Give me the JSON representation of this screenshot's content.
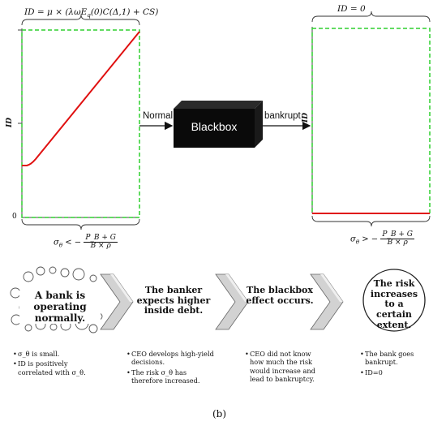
{
  "left_chart": {
    "formula": "ID = μ × (λωE",
    "formula_sub": "q",
    "formula_tail": "(0)C(Δ,1) + CS)",
    "y_axis_label": "ID",
    "zero_label": "0",
    "condition_lhs": "σ",
    "condition_sub": "θ",
    "condition_op": "< −",
    "condition_num": "P_B + G",
    "condition_den": "B × ρ"
  },
  "right_chart": {
    "formula": "ID = 0",
    "y_axis_label": "ID",
    "condition_lhs": "σ",
    "condition_sub": "θ",
    "condition_op": "> −",
    "condition_num": "P_B + G",
    "condition_den": "B × ρ"
  },
  "blackbox": {
    "label": "Blackbox",
    "left_arrow": "Normal",
    "right_arrow": "bankrupt"
  },
  "stages": [
    {
      "title": "A bank is operating normally.",
      "notes": [
        "σ_θ is small.",
        "ID is positively correlated with σ_θ."
      ]
    },
    {
      "title": "The banker expects higher inside debt.",
      "notes": [
        "CEO develops high-yield decisions.",
        "The risk σ_θ has therefore increased."
      ]
    },
    {
      "title": "The blackbox effect occurs.",
      "notes": [
        "CEO did not know how much the risk would increase and lead to bankruptcy."
      ]
    },
    {
      "title": "The risk increases to a certain extent.",
      "notes": [
        "The bank goes bankrupt.",
        "ID=0"
      ]
    }
  ],
  "caption": "(b)",
  "colors": {
    "line": "#e01010",
    "dashed": "#2fcf2f",
    "chevron": "#cfcfcf",
    "box": "#0a0a0a"
  }
}
